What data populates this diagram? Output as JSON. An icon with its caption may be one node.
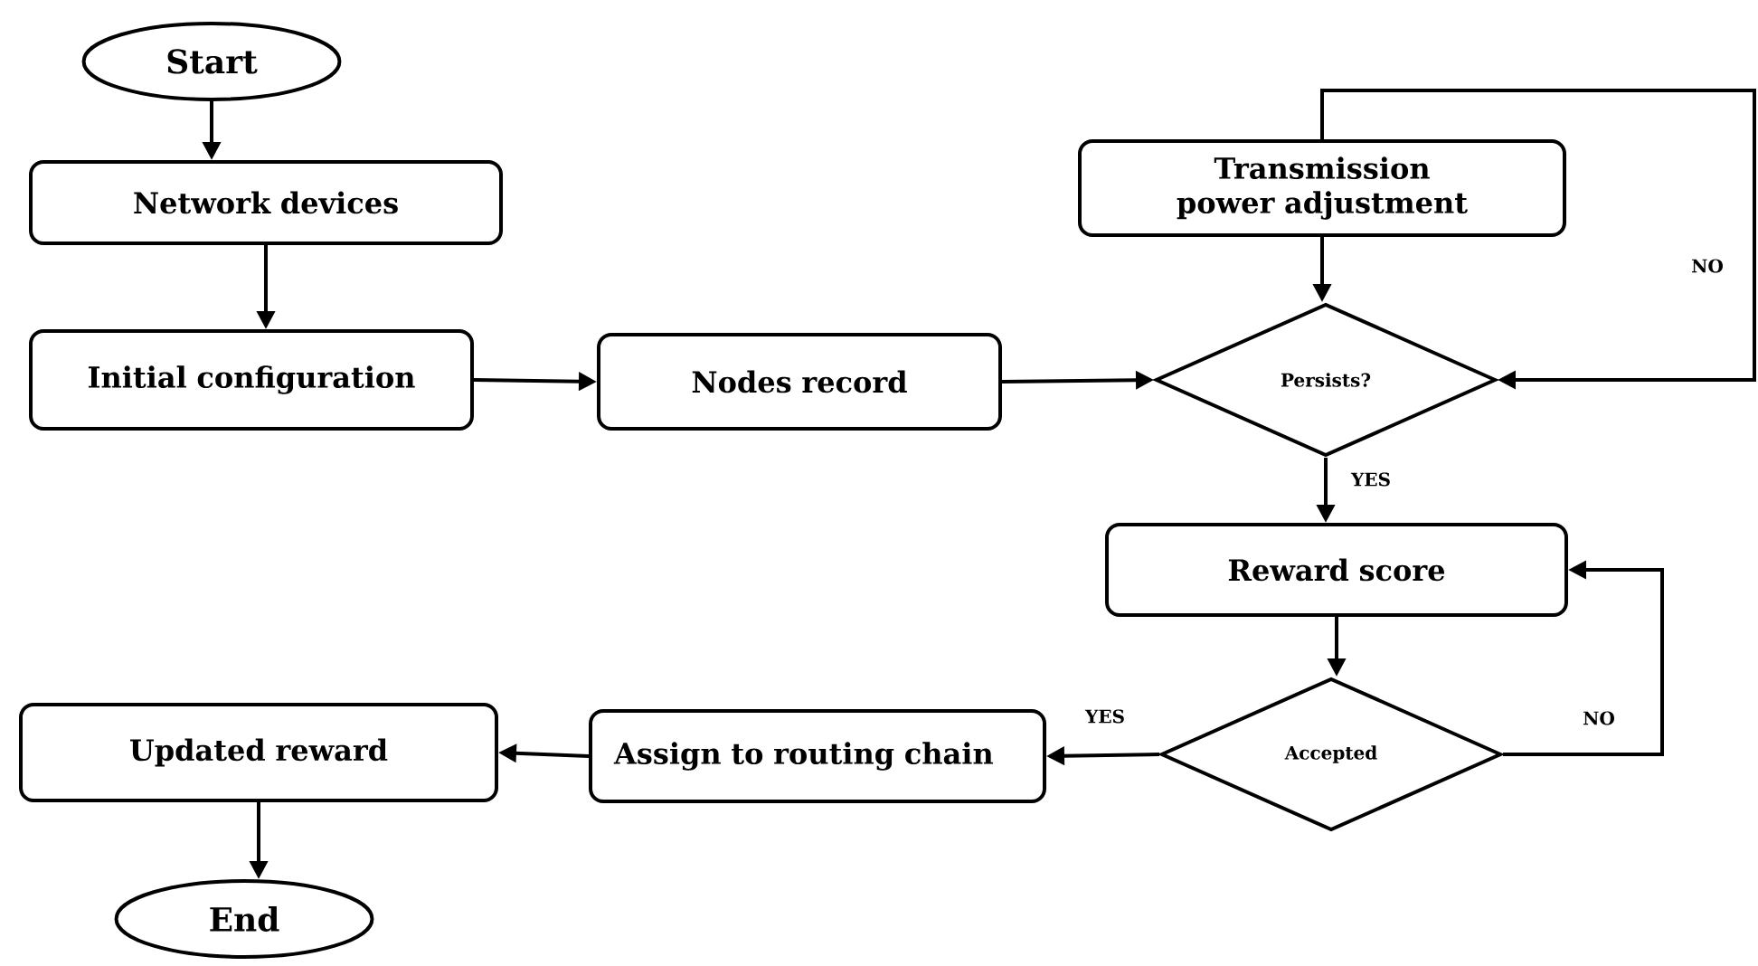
{
  "diagram": {
    "nodes": [
      {
        "text": [
          "Start"
        ]
      },
      {
        "text": [
          "Network devices"
        ]
      },
      {
        "text": [
          "Initial configuration"
        ]
      },
      {
        "text": [
          "Nodes record"
        ]
      },
      {
        "text": [
          "Transmission power adjustment"
        ]
      },
      {
        "text": [
          "Persists?"
        ]
      },
      {
        "text": [
          "Reward score"
        ]
      },
      {
        "text": [
          "Accepted"
        ]
      },
      {
        "text": [
          "Assign to routing chain"
        ]
      },
      {
        "text": [
          "Updated reward"
        ]
      },
      {
        "text": [
          "End"
        ]
      }
    ],
    "edges": [
      {
        "from": 0,
        "to": 1,
        "arrow": "to"
      },
      {
        "from": 1,
        "to": 2,
        "arrow": "to"
      },
      {
        "from": 2,
        "to": 3,
        "arrow": "to"
      },
      {
        "from": 3,
        "to": 5,
        "arrow": "to"
      },
      {
        "from": 4,
        "to": 5,
        "arrow": "to"
      },
      {
        "from": 4,
        "to": 5,
        "arrow": "to",
        "label": "NO"
      },
      {
        "from": 5,
        "to": 6,
        "arrow": "to",
        "label": "YES"
      },
      {
        "from": 6,
        "to": 7,
        "arrow": "to"
      },
      {
        "from": 7,
        "to": 6,
        "arrow": "to",
        "label": "NO"
      },
      {
        "from": 7,
        "to": 8,
        "arrow": "to",
        "label": "YES"
      },
      {
        "from": 8,
        "to": 9,
        "arrow": "to"
      },
      {
        "from": 9,
        "to": 10,
        "arrow": "to"
      }
    ]
  }
}
